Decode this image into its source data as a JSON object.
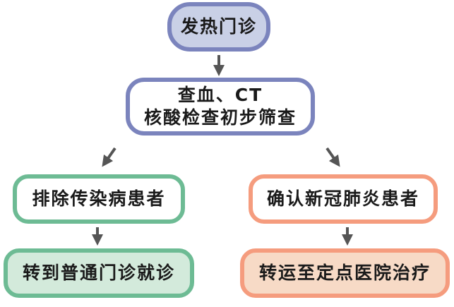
{
  "nodes": {
    "fever_clinic": "发热门诊",
    "screening_line1": "查血、CT",
    "screening_line2": "核酸检查初步筛查",
    "excluded": "排除传染病患者",
    "confirmed": "确认新冠肺炎患者",
    "general_clinic": "转到普通门诊就诊",
    "designated_hospital": "转运至定点医院治疗"
  },
  "colors": {
    "purple": "#7b84bd",
    "green": "#6dbb94",
    "salmon": "#f59c7e",
    "arrow": "#555555"
  }
}
